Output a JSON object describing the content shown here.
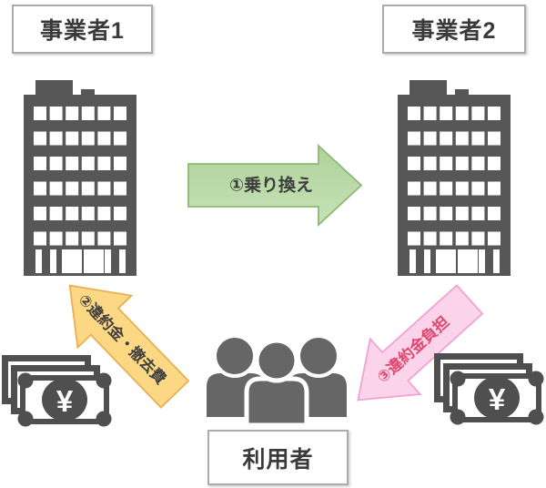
{
  "diagram": {
    "entities": {
      "operator1": {
        "label": "事業者1"
      },
      "operator2": {
        "label": "事業者2"
      },
      "user": {
        "label": "利用者"
      }
    },
    "flows": {
      "switch": {
        "label": "①乗り換え",
        "direction": "operator1-to-operator2",
        "fill": "#b7d9a6",
        "stroke": "#8bba72",
        "text_color": "#3d3d3d"
      },
      "penalty_and_removal_fee": {
        "label": "②違約金・撤去費",
        "direction": "user-to-operator1",
        "fill": "#fcd884",
        "stroke": "#e8b050",
        "text_color": "#3f3f3f"
      },
      "penalty_burden": {
        "label": "③違約金負担",
        "direction": "operator2-to-user",
        "fill": "#fbd4eb",
        "stroke": "#f1a2d1",
        "text_color": "#e0476e"
      }
    },
    "icons": {
      "building_left": "building-icon",
      "building_right": "building-icon",
      "users": "people-icon",
      "money_left": "yen-banknotes-icon",
      "money_right": "yen-banknotes-icon",
      "yen_symbol": "¥"
    },
    "colors": {
      "icon_building": "#575757",
      "icon_people": "#666666",
      "icon_money": "#4f4f4f",
      "box_border": "#ababab",
      "background": "#ffffff"
    }
  }
}
